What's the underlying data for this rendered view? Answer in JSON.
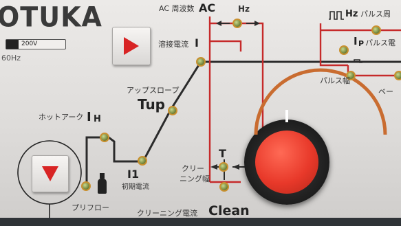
{
  "brand": {
    "name": "OTUKA"
  },
  "input": {
    "voltage": "200V",
    "frequency": "60Hz"
  },
  "top_labels": {
    "ac_freq_jp": "AC 周波数",
    "ac": "AC",
    "hz": "Hz",
    "pulse_hz": "Hz",
    "pulse_freq_jp": "パルス周"
  },
  "labels": {
    "weld_current": "溶接電流",
    "weld_symbol": "I",
    "upslope_jp": "アップスロープ",
    "upslope": "Tup",
    "hot_arc_jp": "ホットアーク",
    "hot_arc_symbol": "I",
    "hot_arc_sub": "H",
    "initial_current_symbol": "I1",
    "initial_current_jp": "初期電流",
    "preflow_jp": "プリフロー",
    "cleaning_width_jp1": "クリー",
    "cleaning_width_jp2": "ニング幅",
    "cleaning_width_symbol": "T",
    "cleaning_current_jp": "クリーニング電流",
    "cleaning_current": "Clean",
    "pulse_current_symbol": "I",
    "pulse_current_sub": "P",
    "pulse_current_jp": "パルス電",
    "pulse_width_jp": "パルス幅",
    "base_jp": "ベー"
  },
  "colors": {
    "panel": "#e4e2e0",
    "accent_red": "#d01f1f",
    "knob_red": "#e8392a",
    "led": "#8fa34a",
    "line_dark": "#2b2b2b",
    "bracket_red": "#c62a2a"
  }
}
